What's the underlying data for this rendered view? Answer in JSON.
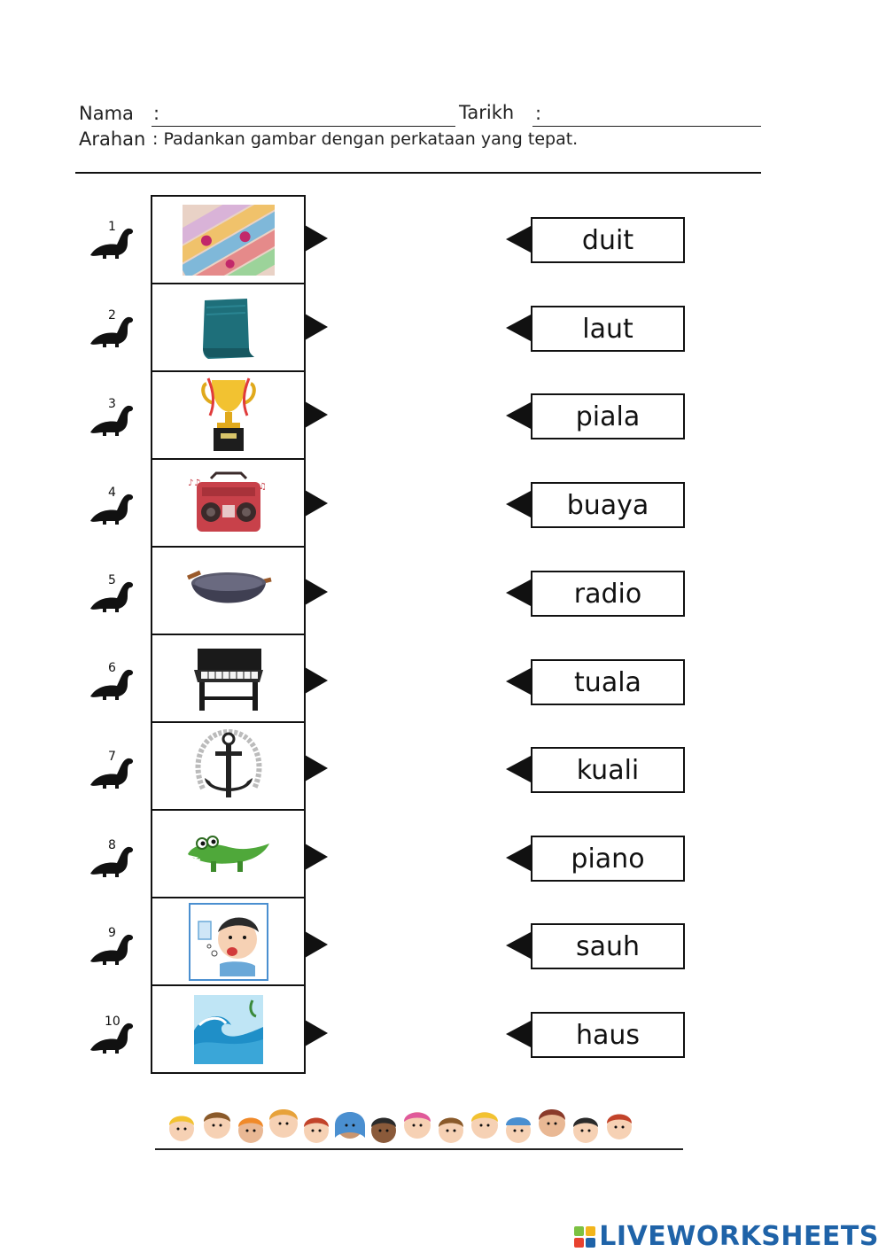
{
  "header": {
    "name_label": "Nama",
    "name_colon": ":",
    "date_label": "Tarikh",
    "date_colon": ":",
    "instruction_label": "Arahan",
    "instruction_text": ": Padankan gambar dengan perkataan yang tepat."
  },
  "items": [
    {
      "number": "1",
      "picture": "money-notes"
    },
    {
      "number": "2",
      "picture": "towel"
    },
    {
      "number": "3",
      "picture": "trophy"
    },
    {
      "number": "4",
      "picture": "radio"
    },
    {
      "number": "5",
      "picture": "wok"
    },
    {
      "number": "6",
      "picture": "piano"
    },
    {
      "number": "7",
      "picture": "anchor"
    },
    {
      "number": "8",
      "picture": "crocodile"
    },
    {
      "number": "9",
      "picture": "thirsty-boy"
    },
    {
      "number": "10",
      "picture": "sea-wave"
    }
  ],
  "words": [
    "duit",
    "laut",
    "piala",
    "buaya",
    "radio",
    "tuala",
    "kuali",
    "piano",
    "sauh",
    "haus"
  ],
  "footer": {
    "brand": "LIVEWORKSHEETS",
    "brand_color": "#1f63a8"
  }
}
